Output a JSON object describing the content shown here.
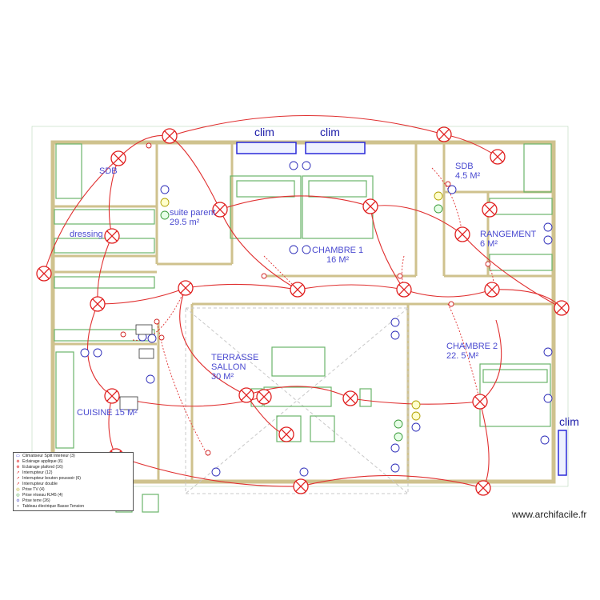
{
  "rooms": {
    "sdb_left": "SDB",
    "suite_parent": "suite parent\n29.5 m²",
    "dressing": "dressing",
    "chambre1": "CHAMBRE 1\n16 M²",
    "sdb_right": "SDB\n4.5 M²",
    "rangement": "RANGEMENT\n6 M²",
    "terrasse": "TERRASSE\nSALLON\n30 M²",
    "chambre2": "CHAMBRE 2\n22. 5 M²",
    "cuisine": "CUISINE 15 M²"
  },
  "clim_labels": [
    "clim",
    "clim",
    "clim"
  ],
  "legend": [
    {
      "symbol": "▭",
      "label": "Climatiseur Split Interieur (3)"
    },
    {
      "symbol": "⊗",
      "label": "Eclairage applique (6)"
    },
    {
      "symbol": "⊗",
      "label": "Eclairage plafond (16)"
    },
    {
      "symbol": "↗",
      "label": "Interrupteur (12)"
    },
    {
      "symbol": "↗",
      "label": "Interrupteur bouton poussoir (6)"
    },
    {
      "symbol": "↗",
      "label": "Interrupteur double"
    },
    {
      "symbol": "◎",
      "label": "Prise TV (4)"
    },
    {
      "symbol": "◎",
      "label": "Prise réseau RJ45 (4)"
    },
    {
      "symbol": "⊙",
      "label": "Prise          terre (26)"
    },
    {
      "symbol": "▪",
      "label": "Tableau électrique Basse Tension"
    }
  ],
  "watermark": "www.archifacile.fr",
  "colors": {
    "wall": "#d8cfa0",
    "fixture": "#4aa04a",
    "circuit": "#e02020",
    "label": "#4a4ad0",
    "clim": "#1a1aa8"
  }
}
